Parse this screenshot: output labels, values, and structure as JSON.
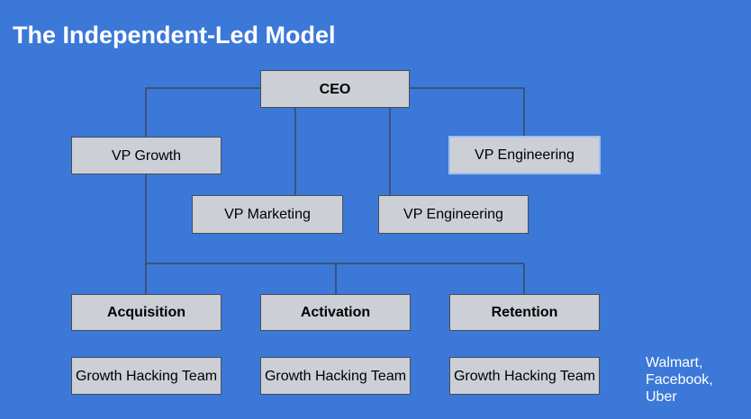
{
  "title": "The Independent-Led Model",
  "nodes": {
    "ceo": "CEO",
    "vp_growth": "VP Growth",
    "vp_engineering_top": "VP Engineering",
    "vp_marketing": "VP Marketing",
    "vp_engineering": "VP Engineering",
    "acquisition": "Acquisition",
    "activation": "Activation",
    "retention": "Retention",
    "team_1": "Growth Hacking Team",
    "team_2": "Growth Hacking Team",
    "team_3": "Growth Hacking Team"
  },
  "examples_note": "Walmart, Facebook, Uber",
  "colors": {
    "background": "#3c78d8",
    "box_fill": "#ccd0d6",
    "line": "#3a3d42"
  }
}
